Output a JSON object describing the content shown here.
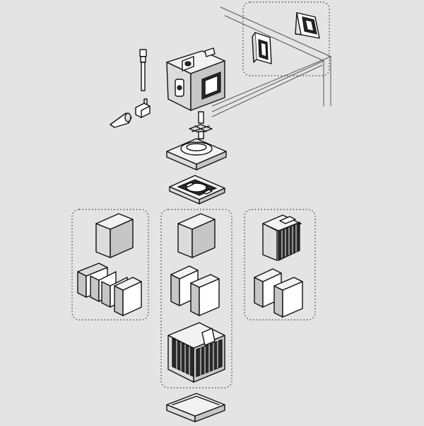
{
  "diagram": {
    "description_labels": [],
    "colors": {
      "background": "#e4e4e4",
      "line": "#111111",
      "face_light": "#f2f2f2",
      "face_mid": "#dcdcdc",
      "face_dark": "#c6c6c6"
    },
    "groups": [
      {
        "name": "tank-detail-callout",
        "items": [
          "filter-module-back",
          "filter-module-front"
        ]
      },
      {
        "name": "left-media-group",
        "items": [
          "sponge-block",
          "sponge-pad",
          "sponge-pad",
          "sponge-pad",
          "sponge-pad"
        ]
      },
      {
        "name": "center-media-group",
        "items": [
          "sponge-block",
          "sponge-pad",
          "sponge-pad",
          "media-basket"
        ]
      },
      {
        "name": "right-media-group",
        "items": [
          "media-cartridge",
          "sponge-pad",
          "sponge-pad"
        ]
      }
    ]
  }
}
